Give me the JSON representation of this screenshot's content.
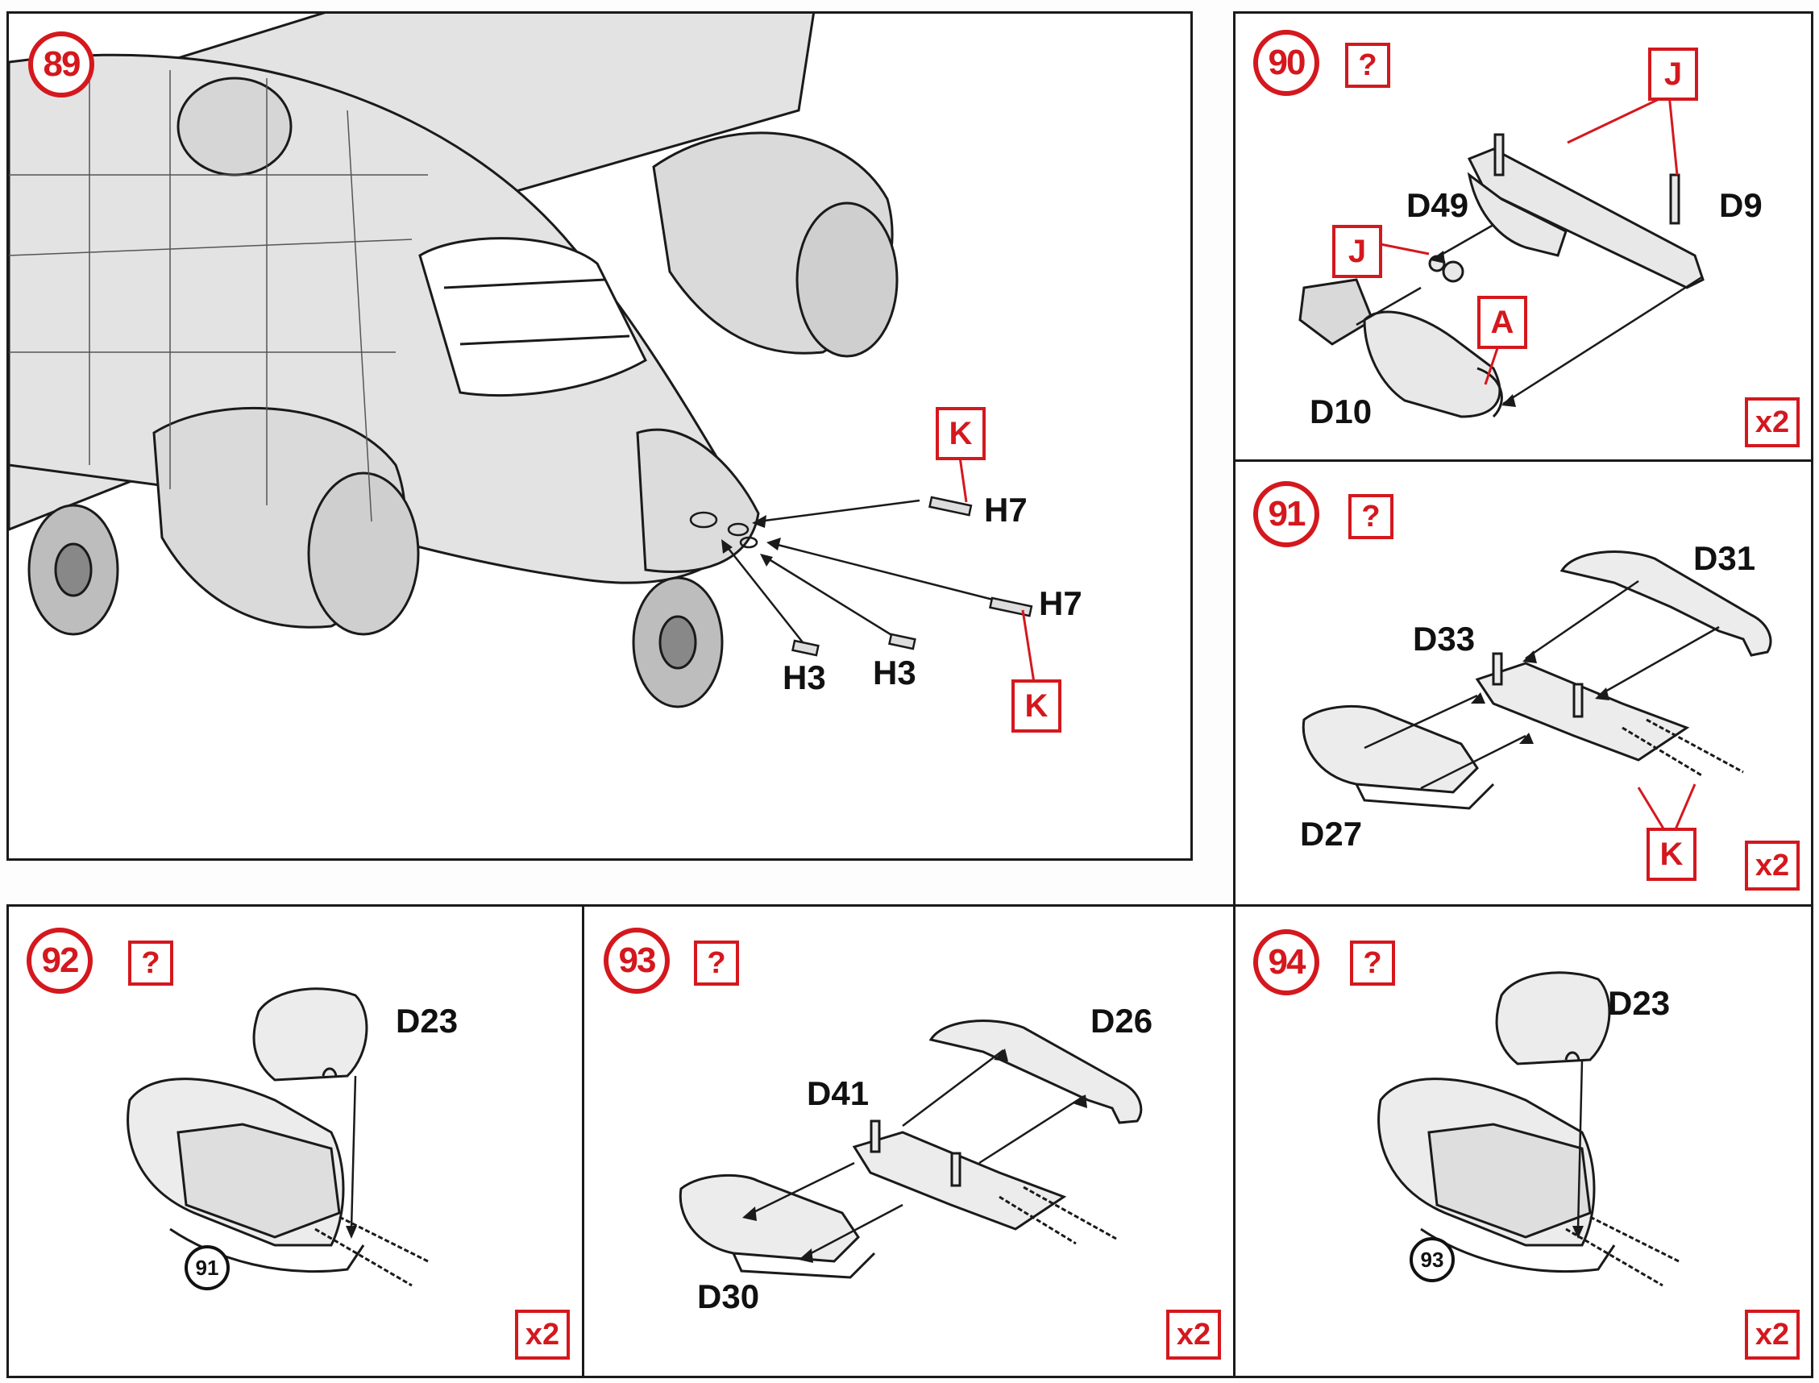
{
  "colors": {
    "accent": "#d4181e",
    "line": "#1a1a1a",
    "fill": "#e3e3e3"
  },
  "panels": {
    "p89": {
      "step": "89",
      "parts": {
        "h7a": "H7",
        "h7b": "H7",
        "h3a": "H3",
        "h3b": "H3"
      },
      "markers": {
        "ka": "K",
        "kb": "K"
      }
    },
    "p90": {
      "step": "90",
      "question": "?",
      "parts": {
        "d49": "D49",
        "d9": "D9",
        "d10": "D10"
      },
      "markers": {
        "j1": "J",
        "j2": "J",
        "a": "A"
      },
      "qty": "x2"
    },
    "p91": {
      "step": "91",
      "question": "?",
      "parts": {
        "d31": "D31",
        "d33": "D33",
        "d27": "D27"
      },
      "markers": {
        "k": "K"
      },
      "qty": "x2"
    },
    "p92": {
      "step": "92",
      "question": "?",
      "parts": {
        "d23": "D23"
      },
      "ref": "91",
      "qty": "x2"
    },
    "p93": {
      "step": "93",
      "question": "?",
      "parts": {
        "d26": "D26",
        "d41": "D41",
        "d30": "D30"
      },
      "qty": "x2"
    },
    "p94": {
      "step": "94",
      "question": "?",
      "parts": {
        "d23": "D23"
      },
      "ref": "93",
      "qty": "x2"
    }
  }
}
